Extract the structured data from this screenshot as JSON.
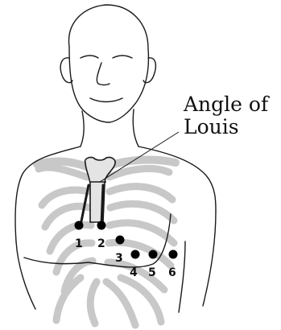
{
  "label": {
    "line1": "Angle of",
    "line2": "Louis"
  },
  "electrodes": [
    {
      "label": "1"
    },
    {
      "label": "2"
    },
    {
      "label": "3"
    },
    {
      "label": "4"
    },
    {
      "label": "5"
    },
    {
      "label": "6"
    }
  ],
  "colors": {
    "outline": "#1a1a1a",
    "bone": "#c8c8c8",
    "dot": "#000000"
  }
}
